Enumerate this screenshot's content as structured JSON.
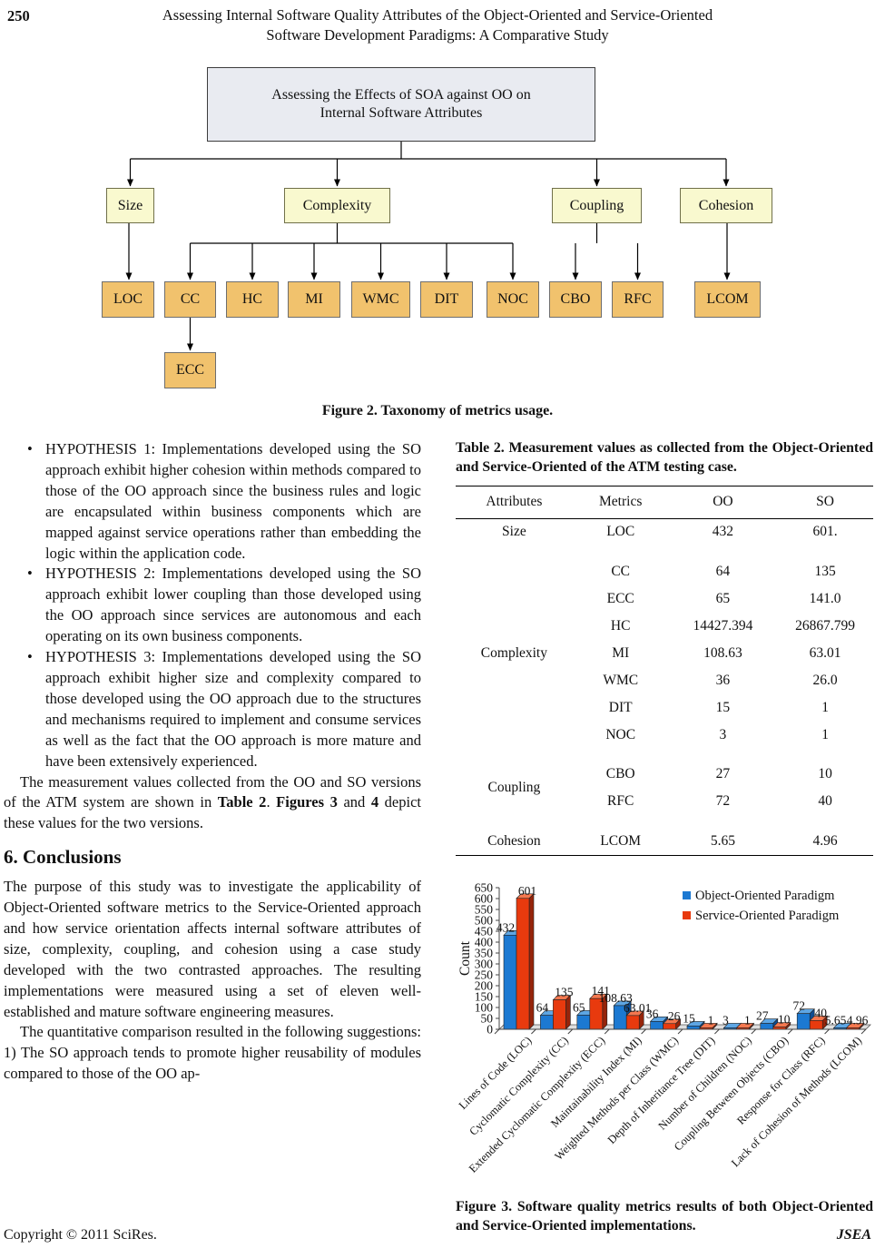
{
  "page": {
    "number": "250",
    "running_title": [
      "Assessing Internal Software Quality Attributes of the Object-Oriented and Service-Oriented",
      "Software Development Paradigms: A Comparative Study"
    ],
    "footer_left": "Copyright © 2011 SciRes.",
    "footer_right": "JSEA"
  },
  "figure2": {
    "caption": "Figure 2. Taxonomy of metrics usage.",
    "root_lines": [
      "Assessing the Effects of SOA against OO on",
      "Internal Software Attributes"
    ],
    "level2": [
      "Size",
      "Complexity",
      "Coupling",
      "Cohesion"
    ],
    "level3": [
      "LOC",
      "CC",
      "HC",
      "MI",
      "WMC",
      "DIT",
      "NOC",
      "CBO",
      "RFC",
      "LCOM"
    ],
    "level4": [
      "ECC"
    ]
  },
  "hypotheses": [
    "HYPOTHESIS 1: Implementations developed using the SO approach exhibit higher cohesion within methods compared to those of the OO approach since the business rules and logic are encapsulated within business components which are mapped against service operations rather than embedding the logic within the application code.",
    "HYPOTHESIS 2: Implementations developed using the SO approach exhibit lower coupling than those developed using the OO approach since services are autonomous and each operating on its own business components.",
    "HYPOTHESIS 3: Implementations developed using the SO approach exhibit higher size and complexity compared to those developed using the OO approach due to the structures and mechanisms required to implement and consume services as well as the fact that the OO approach is more mature and have been extensively experienced."
  ],
  "measurement_paragraph": {
    "t1": "The measurement values collected from the OO and SO versions of the ATM system are shown in ",
    "b1": "Table 2",
    "t2": ". ",
    "b2": "Figures 3",
    "t3": " and ",
    "b3": "4",
    "t4": " depict these values for the two versions."
  },
  "conclusions": {
    "heading": "6. Conclusions",
    "p1": "The purpose of this study was to investigate the applicability of Object-Oriented software metrics to the Service-Oriented approach and how service orientation affects internal software attributes of size, complexity, coupling, and cohesion using a case study developed with the two contrasted approaches. The resulting implementations were measured using a set of eleven well-established and mature software engineering measures.",
    "p2": "The quantitative comparison resulted in the following suggestions: 1) The SO approach tends to promote higher reusability of modules compared to those of the OO ap-"
  },
  "table2": {
    "title": "Table 2. Measurement values as collected from the Object-Oriented and Service-Oriented of the ATM testing case.",
    "columns": [
      "Attributes",
      "Metrics",
      "OO",
      "SO"
    ],
    "groups": [
      {
        "attribute": "Size",
        "rows": [
          {
            "metric": "LOC",
            "oo": "432",
            "so": "601."
          }
        ]
      },
      {
        "attribute": "Complexity",
        "rows": [
          {
            "metric": "CC",
            "oo": "64",
            "so": "135"
          },
          {
            "metric": "ECC",
            "oo": "65",
            "so": "141.0"
          },
          {
            "metric": "HC",
            "oo": "14427.394",
            "so": "26867.799"
          },
          {
            "metric": "MI",
            "oo": "108.63",
            "so": "63.01"
          },
          {
            "metric": "WMC",
            "oo": "36",
            "so": "26.0"
          },
          {
            "metric": "DIT",
            "oo": "15",
            "so": "1"
          },
          {
            "metric": "NOC",
            "oo": "3",
            "so": "1"
          }
        ]
      },
      {
        "attribute": "Coupling",
        "rows": [
          {
            "metric": "CBO",
            "oo": "27",
            "so": "10"
          },
          {
            "metric": "RFC",
            "oo": "72",
            "so": "40"
          }
        ]
      },
      {
        "attribute": "Cohesion",
        "rows": [
          {
            "metric": "LCOM",
            "oo": "5.65",
            "so": "4.96"
          }
        ]
      }
    ]
  },
  "chart_data": {
    "type": "bar",
    "title": "",
    "xlabel": "",
    "ylabel": "Count",
    "ylim": [
      0,
      650
    ],
    "ytick_interval": 50,
    "grid": false,
    "legend_position": "top-right",
    "effect": "3d-bars",
    "categories": [
      "Lines of Code (LOC)",
      "Cyclomatic Complexity (CC)",
      "Extended Cyclomatic Complexity (ECC)",
      "Maintainability Index (MI)",
      "Weighted Methods per Class (WMC)",
      "Depth of Inheritance Tree (DIT)",
      "Number of Children (NOC)",
      "Coupling Between Objects (CBO)",
      "Response for Class (RFC)",
      "Lack of Cohesion of Methods (LCOM)"
    ],
    "series": [
      {
        "name": "Object-Oriented Paradigm",
        "color": "#1c79d2",
        "values": [
          432,
          64,
          65,
          108.63,
          36,
          15,
          3,
          27,
          72,
          5.65
        ],
        "labels": [
          "432",
          "64",
          "65",
          "108.63",
          "36",
          "15",
          "3",
          "27",
          "72",
          "5.65"
        ]
      },
      {
        "name": "Service-Oriented Paradigm",
        "color": "#e83a0e",
        "values": [
          601,
          135,
          141,
          63.01,
          26,
          1,
          1,
          10,
          40,
          4.96
        ],
        "labels": [
          "601",
          "135",
          "141",
          "63.01",
          "26",
          "1",
          "1",
          "10",
          "40",
          "4.96"
        ]
      }
    ]
  },
  "figure3_caption": "Figure 3. Software quality metrics results of both Object-Oriented and Service-Oriented implementations."
}
